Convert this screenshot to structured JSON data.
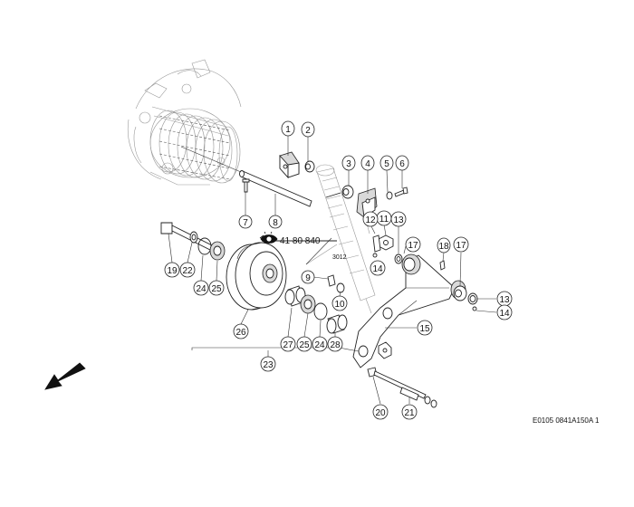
{
  "reference": {
    "code": "41 80 840",
    "icon": "eye-icon"
  },
  "sub_label": "3012",
  "figure_code": "E0105 0841A150A 1",
  "direction_icon": "arrow-down-left-icon",
  "callouts": [
    {
      "n": "1",
      "shape": "oval"
    },
    {
      "n": "2",
      "shape": "oval"
    },
    {
      "n": "3",
      "shape": "oval"
    },
    {
      "n": "4",
      "shape": "oval"
    },
    {
      "n": "5",
      "shape": "oval"
    },
    {
      "n": "6",
      "shape": "oval"
    },
    {
      "n": "7",
      "shape": "circle"
    },
    {
      "n": "8",
      "shape": "circle"
    },
    {
      "n": "9",
      "shape": "circle"
    },
    {
      "n": "10",
      "shape": "circle"
    },
    {
      "n": "11",
      "shape": "circle"
    },
    {
      "n": "12",
      "shape": "circle"
    },
    {
      "n": "13",
      "shape": "circle"
    },
    {
      "n": "13",
      "shape": "circle"
    },
    {
      "n": "14",
      "shape": "circle"
    },
    {
      "n": "14",
      "shape": "circle"
    },
    {
      "n": "15",
      "shape": "circle"
    },
    {
      "n": "17",
      "shape": "circle"
    },
    {
      "n": "17",
      "shape": "circle"
    },
    {
      "n": "18",
      "shape": "oval"
    },
    {
      "n": "19",
      "shape": "circle"
    },
    {
      "n": "20",
      "shape": "circle"
    },
    {
      "n": "21",
      "shape": "circle"
    },
    {
      "n": "22",
      "shape": "circle"
    },
    {
      "n": "23",
      "shape": "circle"
    },
    {
      "n": "24",
      "shape": "circle"
    },
    {
      "n": "24",
      "shape": "circle"
    },
    {
      "n": "25",
      "shape": "circle"
    },
    {
      "n": "25",
      "shape": "circle"
    },
    {
      "n": "26",
      "shape": "circle"
    },
    {
      "n": "27",
      "shape": "circle"
    },
    {
      "n": "28",
      "shape": "circle"
    }
  ]
}
